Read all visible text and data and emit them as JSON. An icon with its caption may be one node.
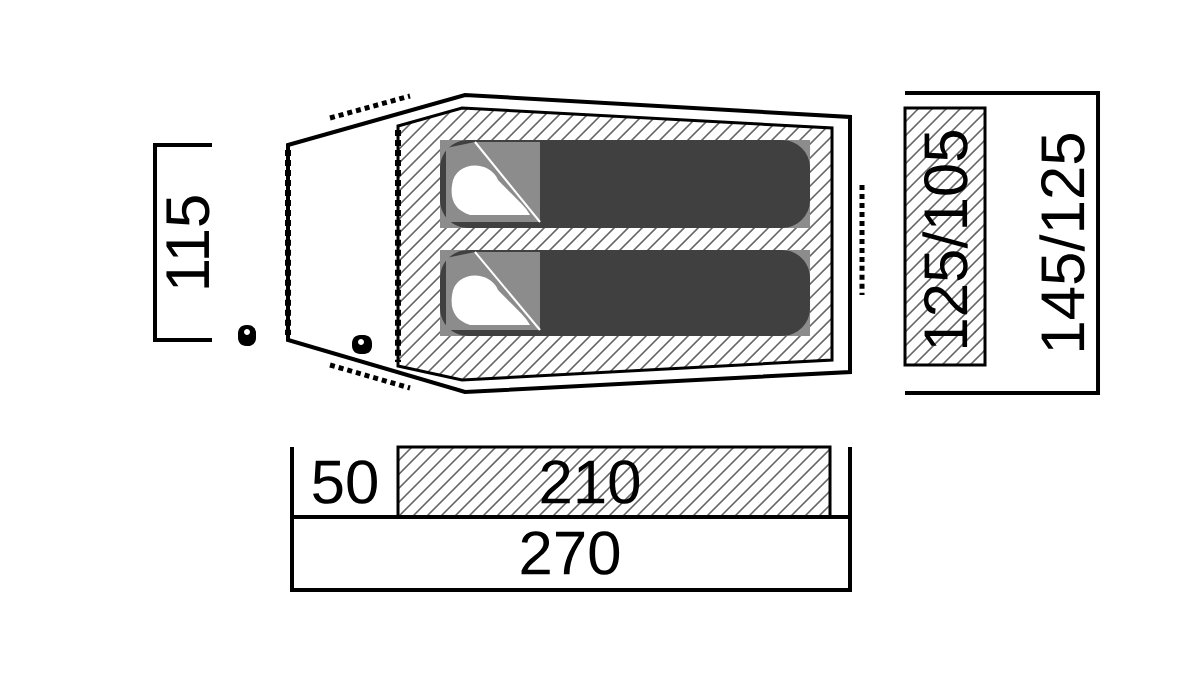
{
  "diagram": {
    "labels": [
      "115",
      "125/105",
      "145/125",
      "50",
      "210",
      "270"
    ]
  }
}
